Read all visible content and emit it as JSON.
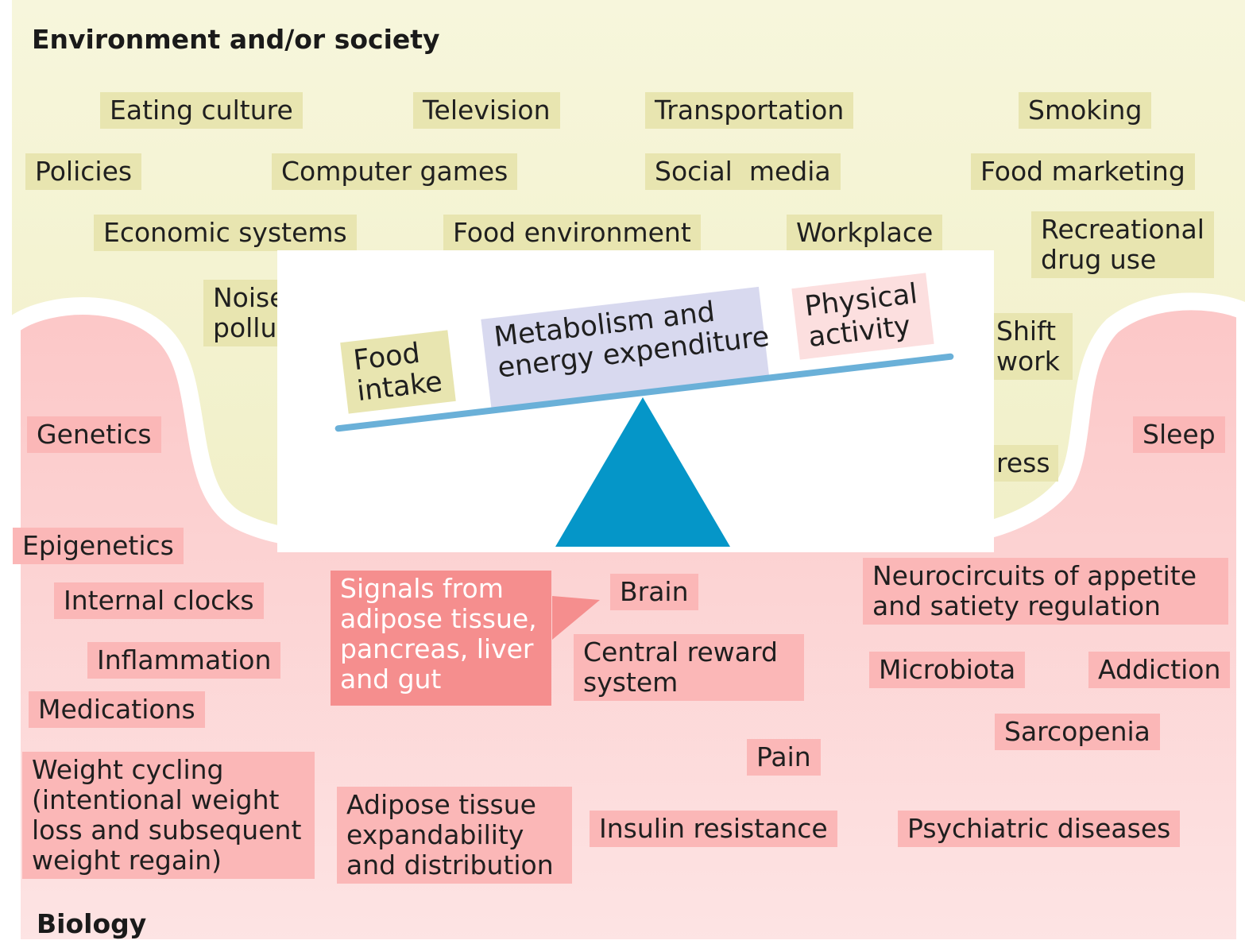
{
  "sections": {
    "environment": "Environment and/or society",
    "biology": "Biology"
  },
  "environment_factors": {
    "eating_culture": "Eating culture",
    "television": "Television",
    "transportation": "Transportation",
    "smoking": "Smoking",
    "policies": "Policies",
    "computer_games": "Computer games",
    "social_media": "Social  media",
    "food_marketing": "Food marketing",
    "economic_systems": "Economic systems",
    "food_environment": "Food environment",
    "workplace": "Workplace",
    "recreational_drug_use": "Recreational\ndrug use",
    "noise_pollution": "Noise\npollu",
    "shift_work": "Shift\nwork",
    "stress": "ress"
  },
  "biology_factors": {
    "genetics": "Genetics",
    "sleep": "Sleep",
    "epigenetics": "Epigenetics",
    "internal_clocks": "Internal clocks",
    "inflammation": "Inflammation",
    "medications": "Medications",
    "weight_cycling": "Weight cycling\n(intentional weight\nloss and subsequent\nweight regain)",
    "signals": "Signals from\nadipose tissue,\npancreas, liver\nand gut",
    "brain": "Brain",
    "central_reward": "Central reward\nsystem",
    "neurocircuits": "Neurocircuits of appetite\nand satiety regulation",
    "microbiota": "Microbiota",
    "addiction": "Addiction",
    "sarcopenia": "Sarcopenia",
    "pain": "Pain",
    "adipose_tissue": "Adipose tissue\nexpandability\nand distribution",
    "insulin_resistance": "Insulin resistance",
    "psychiatric_diseases": "Psychiatric diseases"
  },
  "balance": {
    "food_intake": "Food\nintake",
    "metabolism": "Metabolism and\nenergy expenditure",
    "physical_activity": "Physical\nactivity"
  },
  "colors": {
    "environment_fill": "#ecebb8",
    "biology_fill": "#fcd0d0",
    "environment_label": "#e8e5b0",
    "biology_label": "#fbb7b7",
    "signals_label": "#f58e8e",
    "fulcrum": "#0596c8",
    "beam": "#6ab0d8",
    "food_box": "#e8e5b0",
    "metabolism_box": "#d8d9ef",
    "activity_box": "#fcdfdf"
  }
}
